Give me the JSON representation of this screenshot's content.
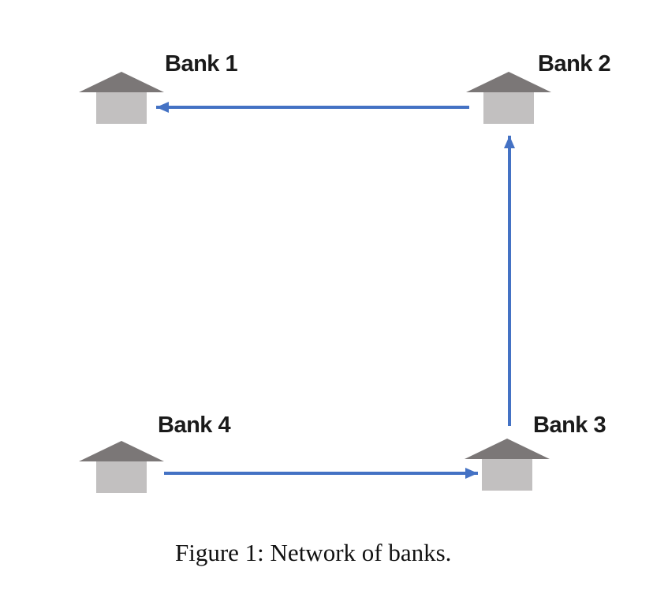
{
  "figure": {
    "nodes": [
      {
        "id": "bank1",
        "label": "Bank 1",
        "position": "top-left"
      },
      {
        "id": "bank2",
        "label": "Bank 2",
        "position": "top-right"
      },
      {
        "id": "bank3",
        "label": "Bank 3",
        "position": "bottom-right"
      },
      {
        "id": "bank4",
        "label": "Bank 4",
        "position": "bottom-left"
      }
    ],
    "edges": [
      {
        "from": "Bank 2",
        "to": "Bank 1",
        "direction": "left"
      },
      {
        "from": "Bank 3",
        "to": "Bank 2",
        "direction": "up"
      },
      {
        "from": "Bank 4",
        "to": "Bank 3",
        "direction": "right"
      }
    ]
  },
  "caption": "Figure 1: Network of banks.",
  "colors": {
    "arrow": "#4472C4",
    "roof": "#7b7777",
    "wall": "#c2c0c0",
    "label": "#1a1a1a",
    "caption": "#111111",
    "background": "#ffffff"
  }
}
